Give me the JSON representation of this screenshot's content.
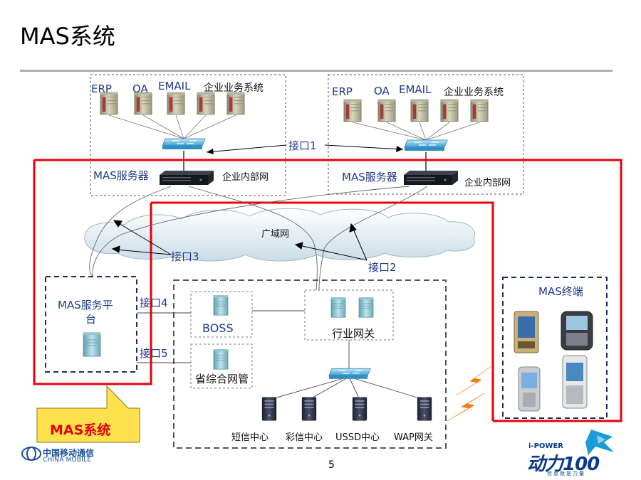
{
  "slide": {
    "title": "MAS系统",
    "page_number": "5"
  },
  "enterprise_left": {
    "apps": [
      "ERP",
      "OA",
      "EMAIL",
      "企业业务系统"
    ],
    "server_label": "MAS服务器",
    "network_label": "企业内部网"
  },
  "enterprise_right": {
    "apps": [
      "ERP",
      "OA",
      "EMAIL",
      "企业业务系统"
    ],
    "server_label": "MAS服务器",
    "network_label": "企业内部网"
  },
  "interfaces": {
    "if1": "接口1",
    "if2": "接口2",
    "if3": "接口3",
    "if4": "接口4",
    "if5": "接口5"
  },
  "wan_label": "广域网",
  "platform": {
    "label_line1": "MAS服务平",
    "label_line2": "台"
  },
  "boss_label": "BOSS",
  "gateway_label": "行业网关",
  "province_label": "省综合网管",
  "centers": [
    "短信中心",
    "彩信中心",
    "USSD中心",
    "WAP网关"
  ],
  "terminal_label": "MAS终端",
  "callout_label": "MAS系统",
  "logos": {
    "china_mobile_cn": "中国移动通信",
    "china_mobile_en": "CHINA MOBILE",
    "ipower_top": "i-POWER",
    "ipower_main": "动力100",
    "ipower_sub": "信息就是力量"
  },
  "colors": {
    "highlight_red": "#e8000b",
    "navy_dash": "#1f2a6b",
    "label_blue": "#1f3a8a",
    "callout_fill": "#ffe14d"
  }
}
